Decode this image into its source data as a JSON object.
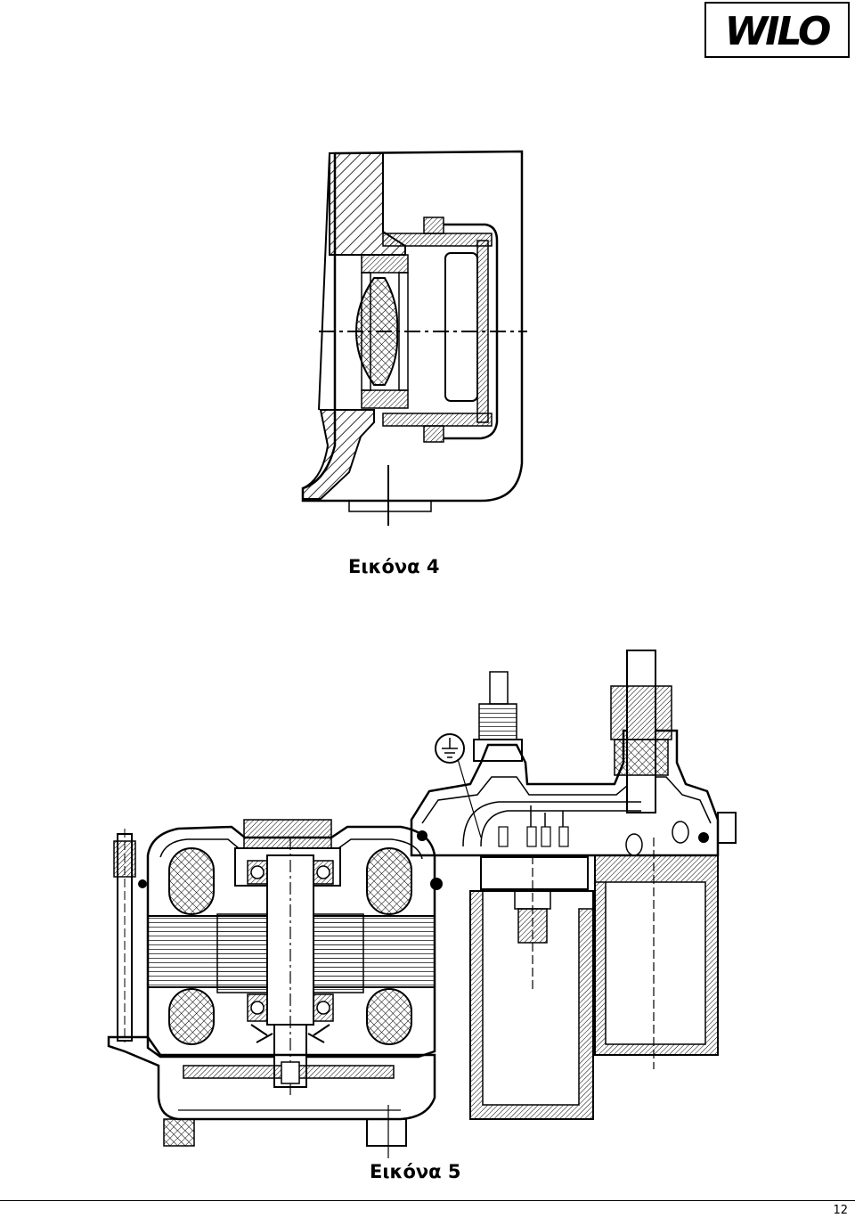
{
  "header": {
    "logo_text": "WILO"
  },
  "figure4": {
    "caption": "Εικόνα 4"
  },
  "figure5": {
    "caption": "Εικόνα 5"
  },
  "footer": {
    "page_number": "12"
  },
  "colors": {
    "ink": "#000000",
    "paper": "#ffffff"
  }
}
